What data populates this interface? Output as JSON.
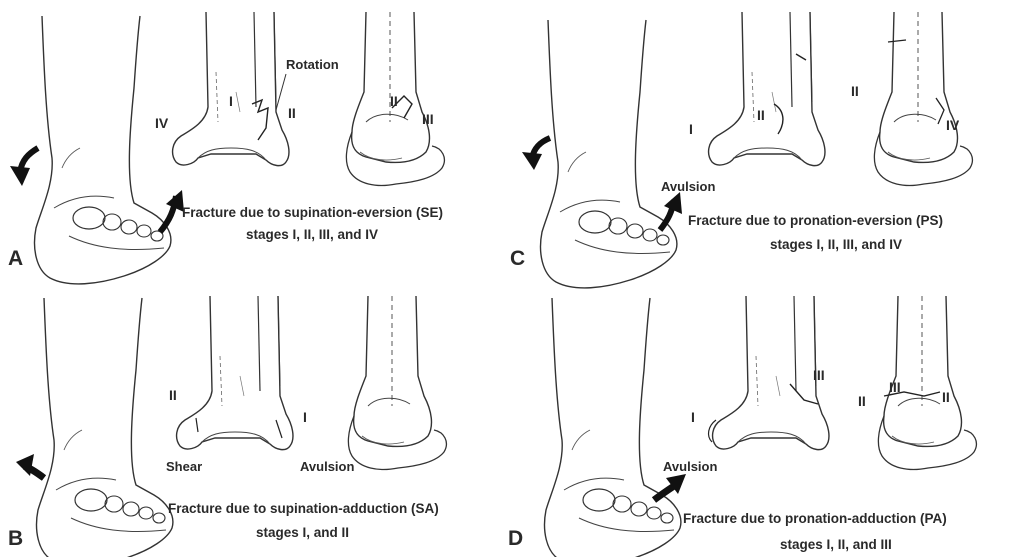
{
  "panels": [
    {
      "letter": "A",
      "title": "Fracture due to supination-eversion (SE)",
      "stages": "stages I, II, III, and IV",
      "labels": [
        "Rotation",
        "I",
        "II",
        "IV",
        "II",
        "III"
      ]
    },
    {
      "letter": "B",
      "title": "Fracture due to supination-adduction (SA)",
      "stages": "stages I, and II",
      "labels": [
        "II",
        "I",
        "Shear",
        "Avulsion"
      ]
    },
    {
      "letter": "C",
      "title": "Fracture due to pronation-eversion (PS)",
      "stages": "stages I, II, III, and IV",
      "labels": [
        "I",
        "II",
        "Avulsion",
        "II",
        "IV"
      ]
    },
    {
      "letter": "D",
      "title": "Fracture due to pronation-adduction (PA)",
      "stages": "stages I, II, and III",
      "labels": [
        "III",
        "I",
        "Avulsion",
        "III",
        "II",
        "II"
      ]
    }
  ]
}
